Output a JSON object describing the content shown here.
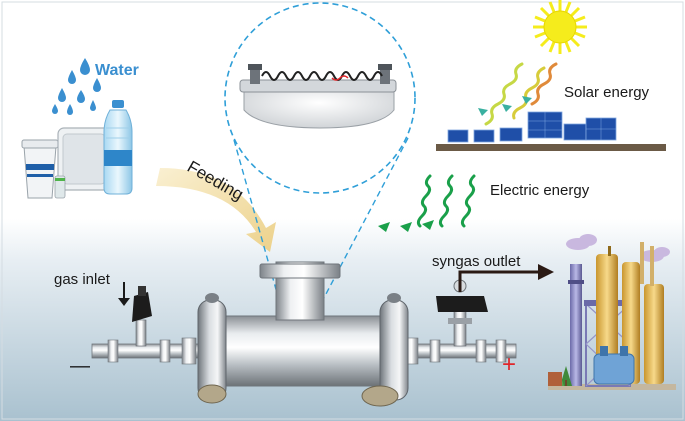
{
  "labels": {
    "water": "Water",
    "feeding": "Feeding",
    "solar_energy": "Solar energy",
    "electric_energy": "Electric energy",
    "gas_inlet": "gas inlet",
    "syngas_outlet": "syngas outlet",
    "minus": "—",
    "plus": "+"
  },
  "colors": {
    "water_blue": "#3a8fd0",
    "feeding_arrow": "#f2dca0",
    "zoom_circle": "#2f9fd8",
    "electric_green": "#1aa04a",
    "sun_yellow": "#f5ec1c",
    "solar_panel": "#1f4fa8",
    "plus_red": "#e0262a"
  },
  "icons": [
    "water-drops-icon",
    "sun-icon",
    "solar-panel-icon",
    "electric-wave-icon",
    "factory-icon",
    "valve-icon",
    "arrow-icon"
  ]
}
